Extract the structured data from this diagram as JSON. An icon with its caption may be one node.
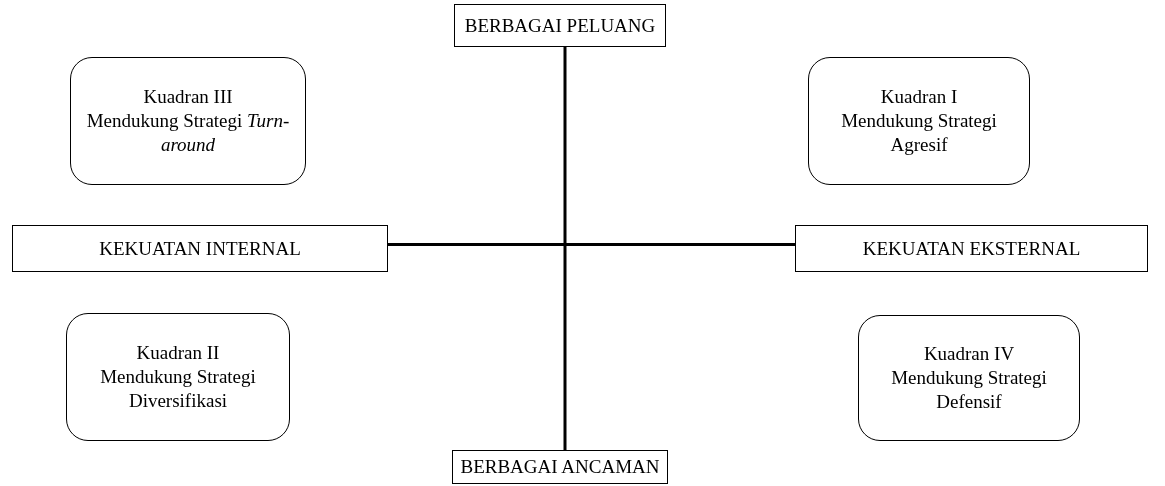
{
  "diagram": {
    "nodes": [
      {
        "text": [
          "BERBAGAI PELUANG"
        ]
      },
      {
        "text": [
          "Kuadran III",
          "Mendukung Strategi *Turn-around*"
        ]
      },
      {
        "text": [
          "Kuadran I",
          "Mendukung Strategi Agresif"
        ]
      },
      {
        "text": [
          "KEKUATAN INTERNAL"
        ]
      },
      {
        "text": [
          "KEKUATAN EKSTERNAL"
        ]
      },
      {
        "text": [
          "Kuadran II",
          "Mendukung Strategi Diversifikasi"
        ]
      },
      {
        "text": [
          "Kuadran IV",
          "Mendukung Strategi Defensif"
        ]
      },
      {
        "text": [
          "BERBAGAI ANCAMAN"
        ]
      }
    ],
    "edges": [
      {
        "from": 0,
        "to": 7,
        "arrow": "none"
      },
      {
        "from": 3,
        "to": 4,
        "arrow": "none"
      }
    ]
  }
}
